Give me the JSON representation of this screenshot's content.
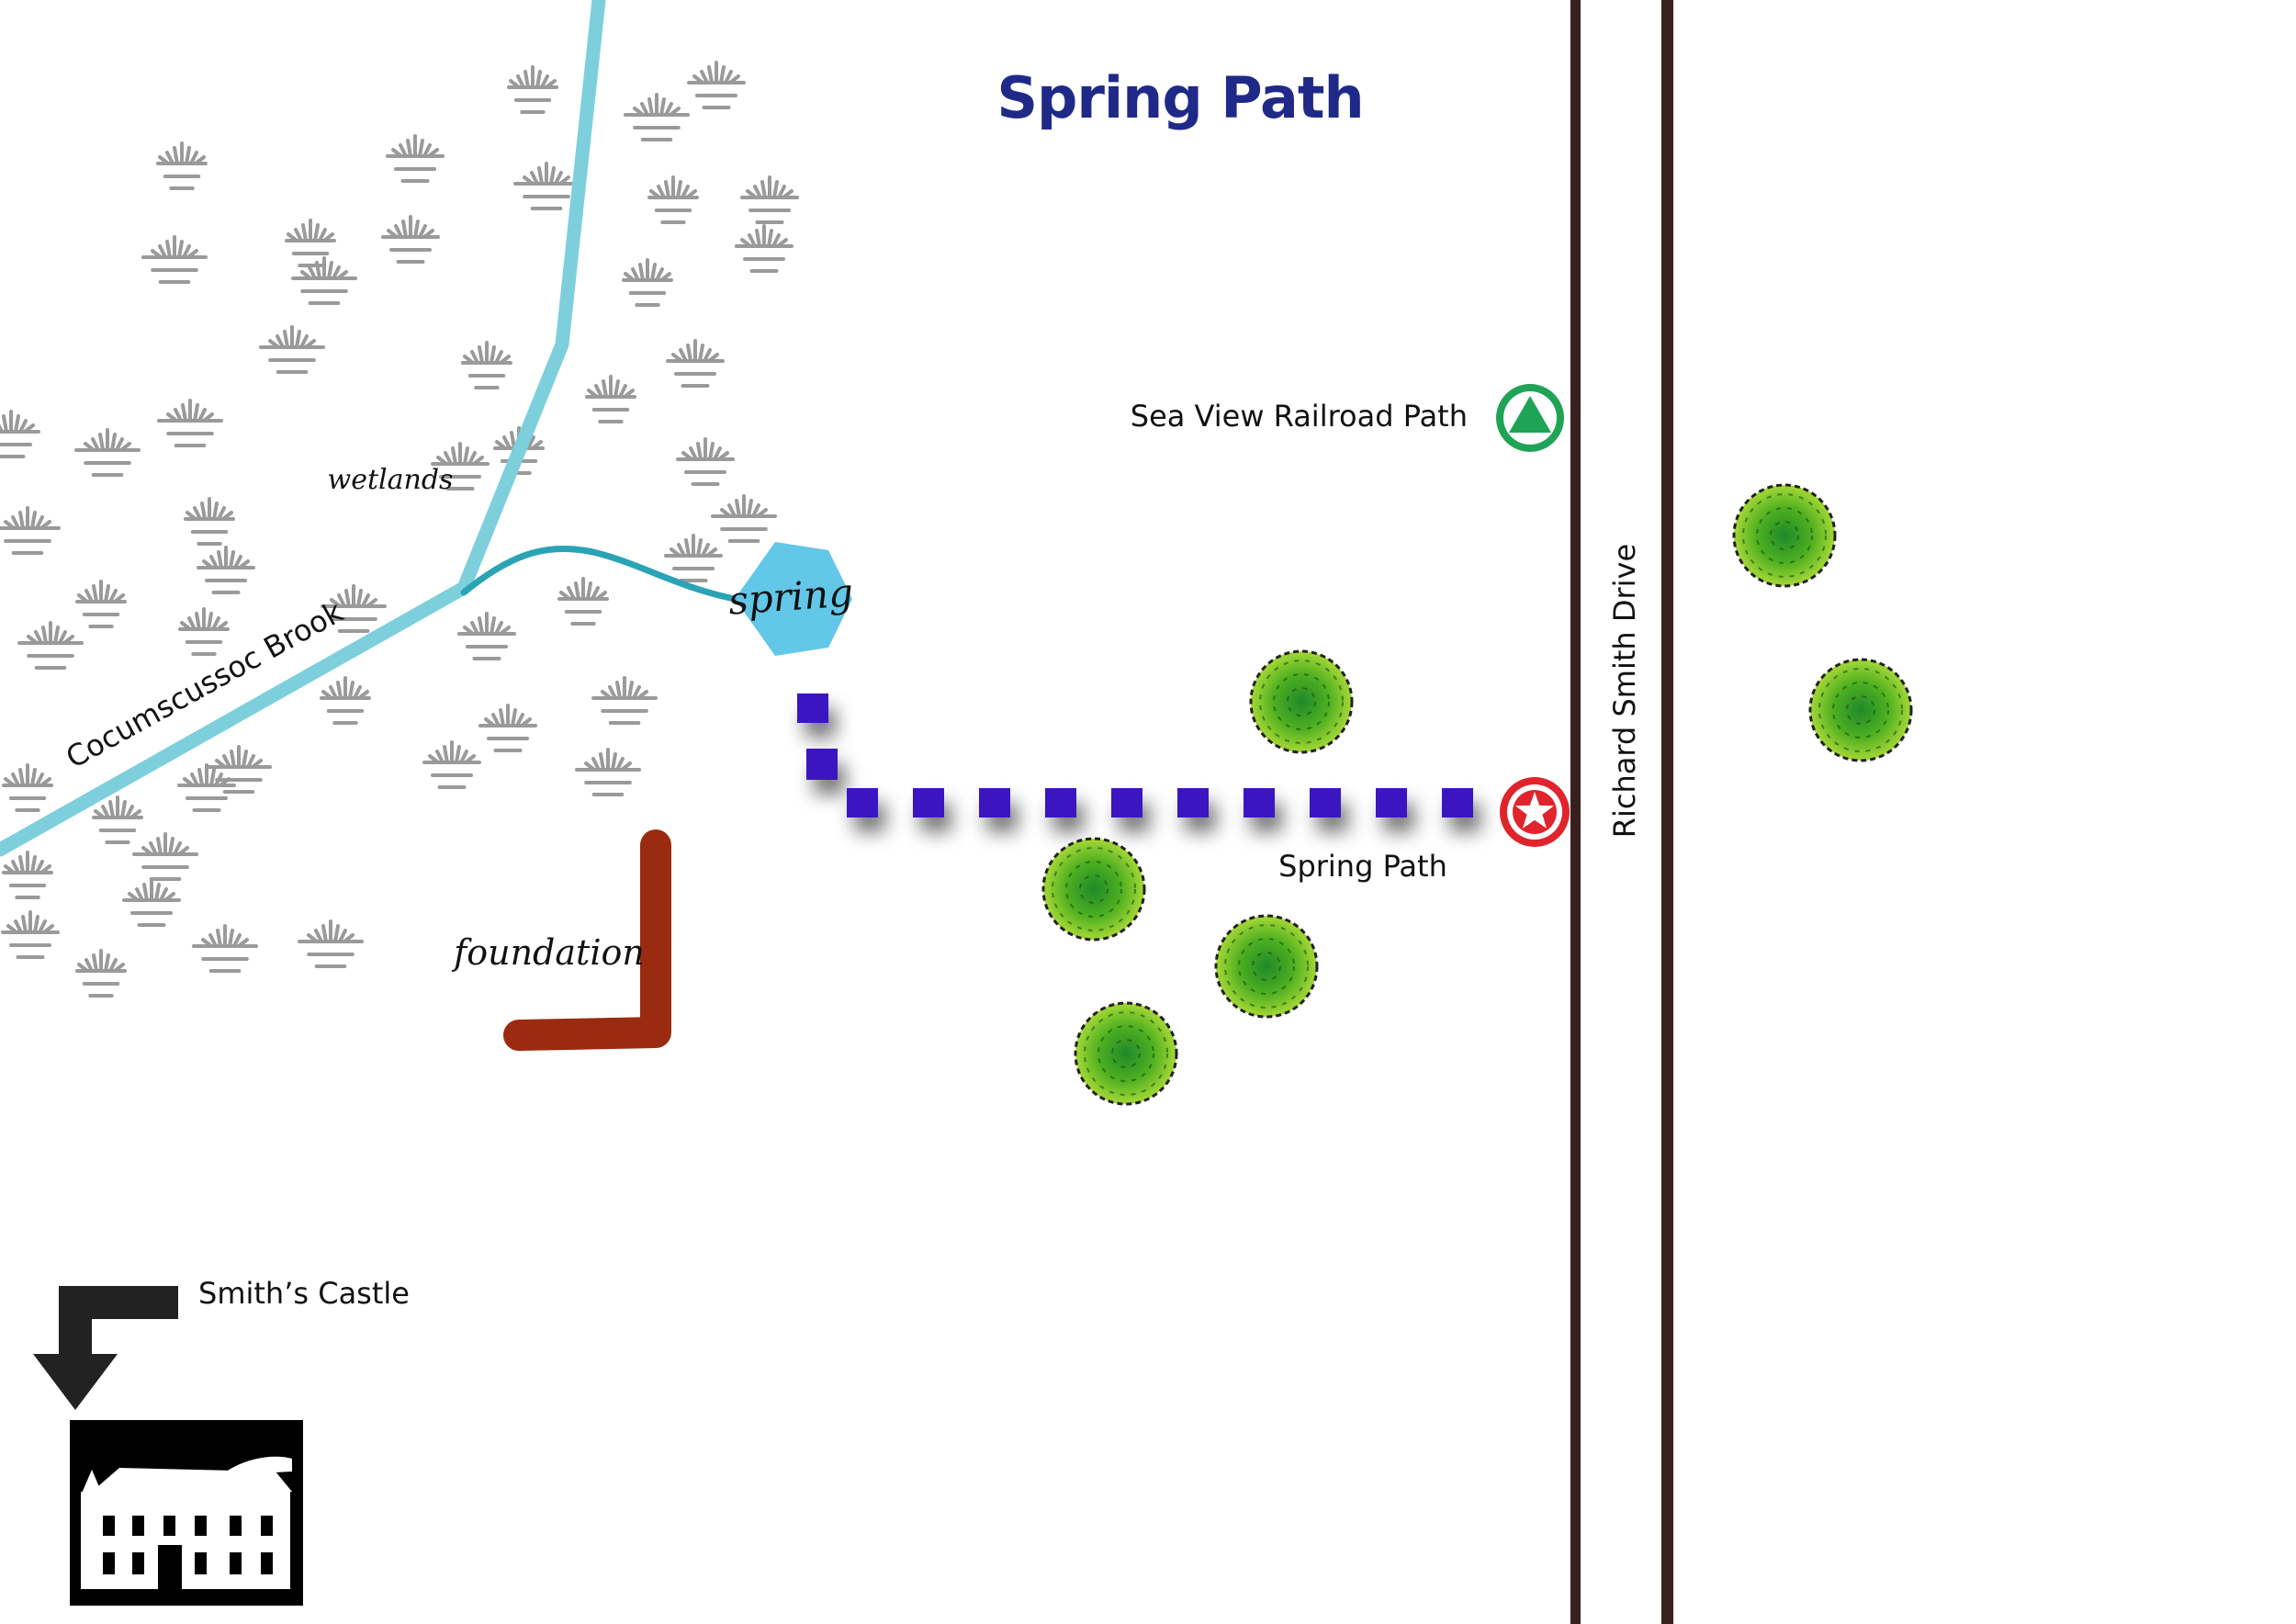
{
  "title": "Spring Path",
  "labels": {
    "wetlands": "wetlands",
    "brook": "Cocumscussoc Brook",
    "spring": "spring",
    "foundation": "foundation",
    "railroad_path": "Sea View Railroad Path",
    "spring_path": "Spring Path",
    "road": "Richard Smith Drive",
    "smiths_castle": "Smith’s Castle"
  },
  "colors": {
    "title": "#1f2a88",
    "brook": "#7dcfdc",
    "spring_stream": "#2aa3b5",
    "spring": "#5bc4e6",
    "path": "#3a18c0",
    "foundation": "#9b2b10",
    "road": "#3a1f1f",
    "railroad_marker": "#1fa356",
    "start_marker": "#e0242c",
    "tree": "#4fb020",
    "arrow": "#222222"
  },
  "icons": {
    "railroad": "green-triangle-circle-icon",
    "start": "red-star-circle-icon",
    "tree": "tree-icon",
    "castle": "house-silhouette-icon",
    "direction": "arrow-down-left-icon"
  }
}
